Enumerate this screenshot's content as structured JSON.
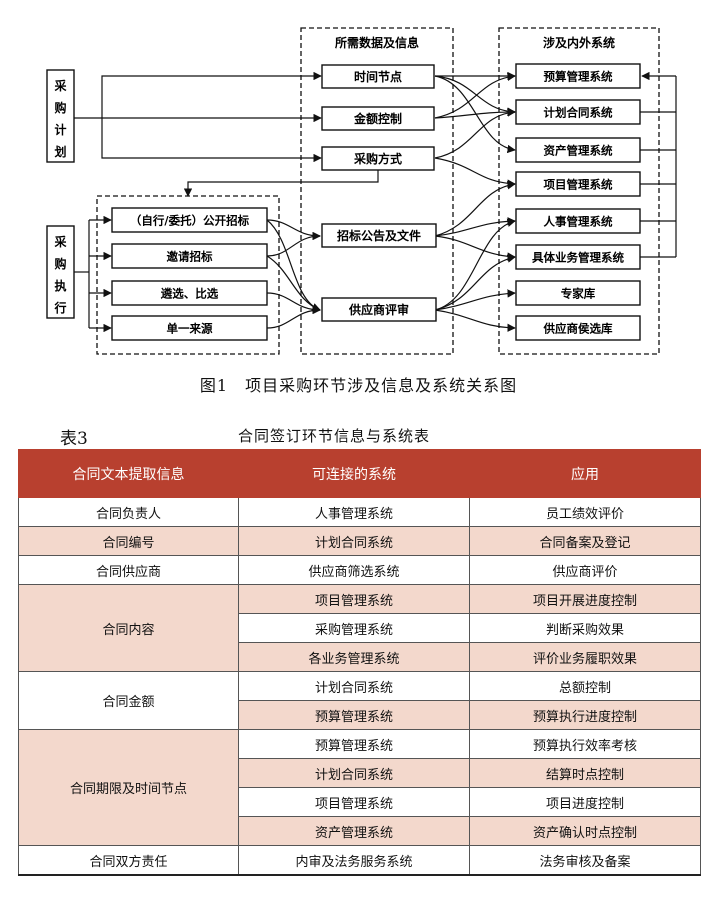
{
  "diagram": {
    "group_left": [
      "采购计划",
      "采购执行"
    ],
    "col_data_title": "所需数据及信息",
    "col_sys_title": "涉及内外系统",
    "data_nodes": [
      "时间节点",
      "金额控制",
      "采购方式",
      "招标公告及文件",
      "供应商评审"
    ],
    "method_nodes": [
      "（自行/委托）公开招标",
      "邀请招标",
      "遴选、比选",
      "单一来源"
    ],
    "system_nodes": [
      "预算管理系统",
      "计划合同系统",
      "资产管理系统",
      "项目管理系统",
      "人事管理系统",
      "具体业务管理系统",
      "专家库",
      "供应商侯选库"
    ]
  },
  "figure_caption": "图1　项目采购环节涉及信息及系统关系图",
  "table": {
    "number": "表3",
    "title": "合同签订环节信息与系统表",
    "headers": [
      "合同文本提取信息",
      "可连接的系统",
      "应用"
    ],
    "rows": [
      {
        "info": "合同负责人",
        "system": "人事管理系统",
        "use": "员工绩效评价"
      },
      {
        "info": "合同编号",
        "system": "计划合同系统",
        "use": "合同备案及登记"
      },
      {
        "info": "合同供应商",
        "system": "供应商筛选系统",
        "use": "供应商评价"
      },
      {
        "info": "合同内容",
        "system": "项目管理系统",
        "use": "项目开展进度控制"
      },
      {
        "info": "",
        "system": "采购管理系统",
        "use": "判断采购效果"
      },
      {
        "info": "",
        "system": "各业务管理系统",
        "use": "评价业务履职效果"
      },
      {
        "info": "合同金额",
        "system": "计划合同系统",
        "use": "总额控制"
      },
      {
        "info": "",
        "system": "预算管理系统",
        "use": "预算执行进度控制"
      },
      {
        "info": "合同期限及时间节点",
        "system": "预算管理系统",
        "use": "预算执行效率考核"
      },
      {
        "info": "",
        "system": "计划合同系统",
        "use": "结算时点控制"
      },
      {
        "info": "",
        "system": "项目管理系统",
        "use": "项目进度控制"
      },
      {
        "info": "",
        "system": "资产管理系统",
        "use": "资产确认时点控制"
      },
      {
        "info": "合同双方责任",
        "system": "内审及法务服务系统",
        "use": "法务审核及备案"
      }
    ]
  }
}
